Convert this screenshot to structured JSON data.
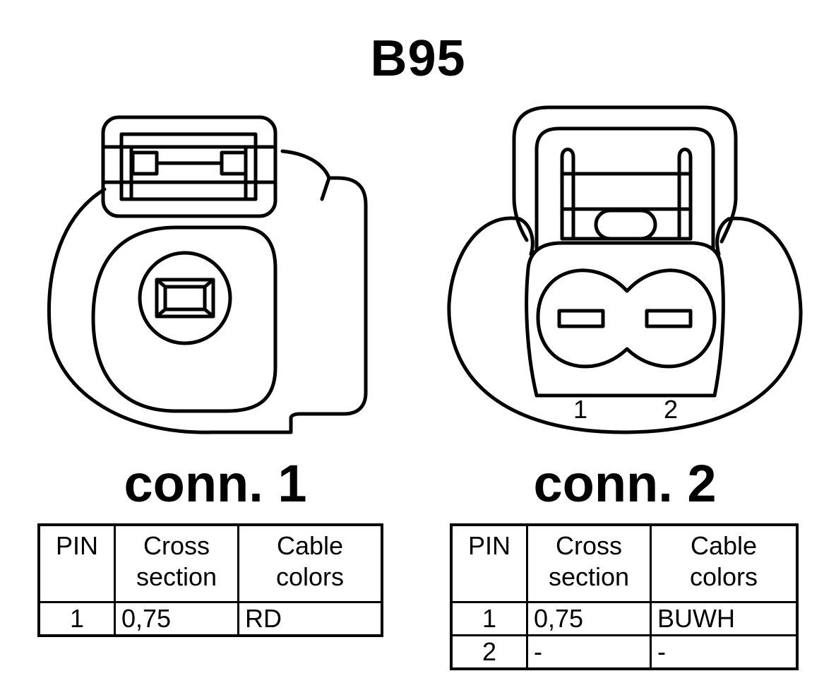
{
  "title": "B95",
  "connectors": [
    {
      "label": "conn. 1",
      "pin_numbers": [],
      "table": {
        "headers": [
          "PIN",
          "Cross section",
          "Cable colors"
        ],
        "rows": [
          {
            "pin": "1",
            "cross_section": "0,75",
            "color": "RD"
          }
        ]
      }
    },
    {
      "label": "conn. 2",
      "pin_numbers": [
        "1",
        "2"
      ],
      "table": {
        "headers": [
          "PIN",
          "Cross section",
          "Cable colors"
        ],
        "rows": [
          {
            "pin": "1",
            "cross_section": "0,75",
            "color": "BUWH"
          },
          {
            "pin": "2",
            "cross_section": "-",
            "color": "-"
          }
        ]
      }
    }
  ]
}
